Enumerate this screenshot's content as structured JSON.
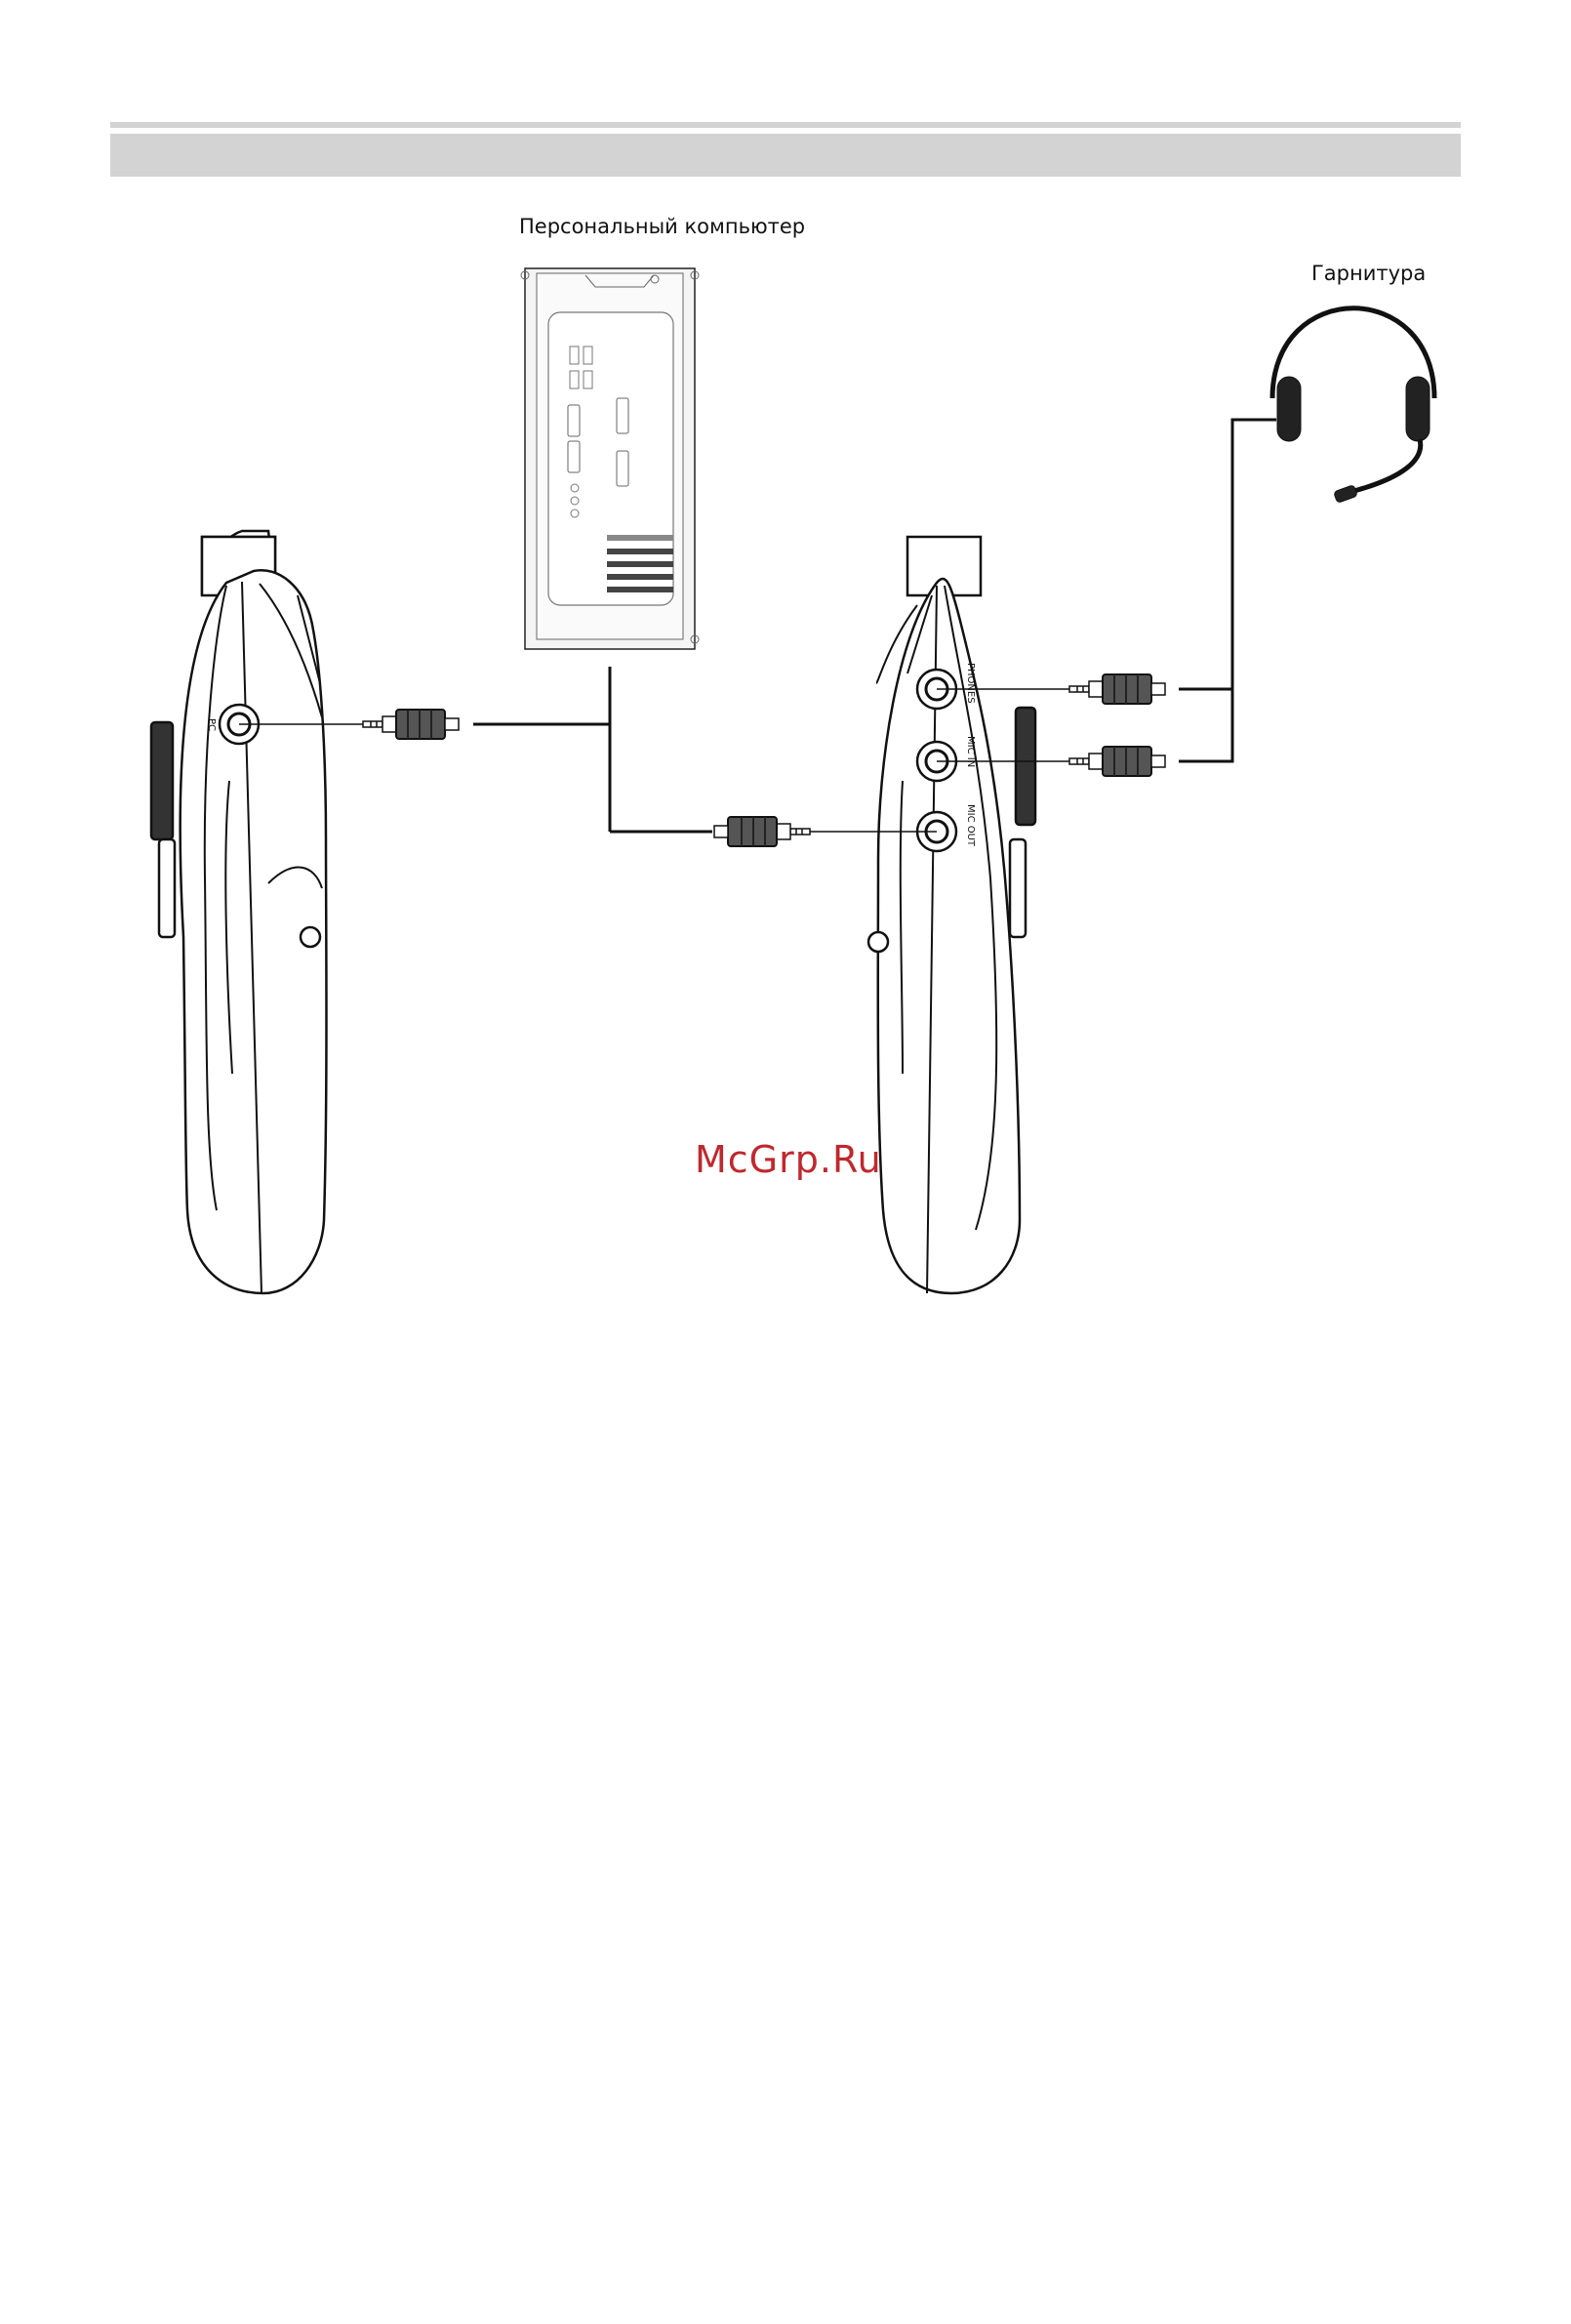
{
  "labels": {
    "computer": "Персональный компьютер",
    "headset": "Гарнитура"
  },
  "ports": {
    "pc": "PC",
    "phones": "PHONES",
    "mic_in": "MIC IN",
    "mic_out": "MIC OUT"
  },
  "watermark": "McGrp.Ru",
  "colors": {
    "header_bar": "#d3d3d3",
    "watermark": "#c0282d",
    "line": "#111111"
  },
  "icons": [
    "computer-tower-icon",
    "headset-icon",
    "handheld-device-icon",
    "audio-plug-icon"
  ]
}
